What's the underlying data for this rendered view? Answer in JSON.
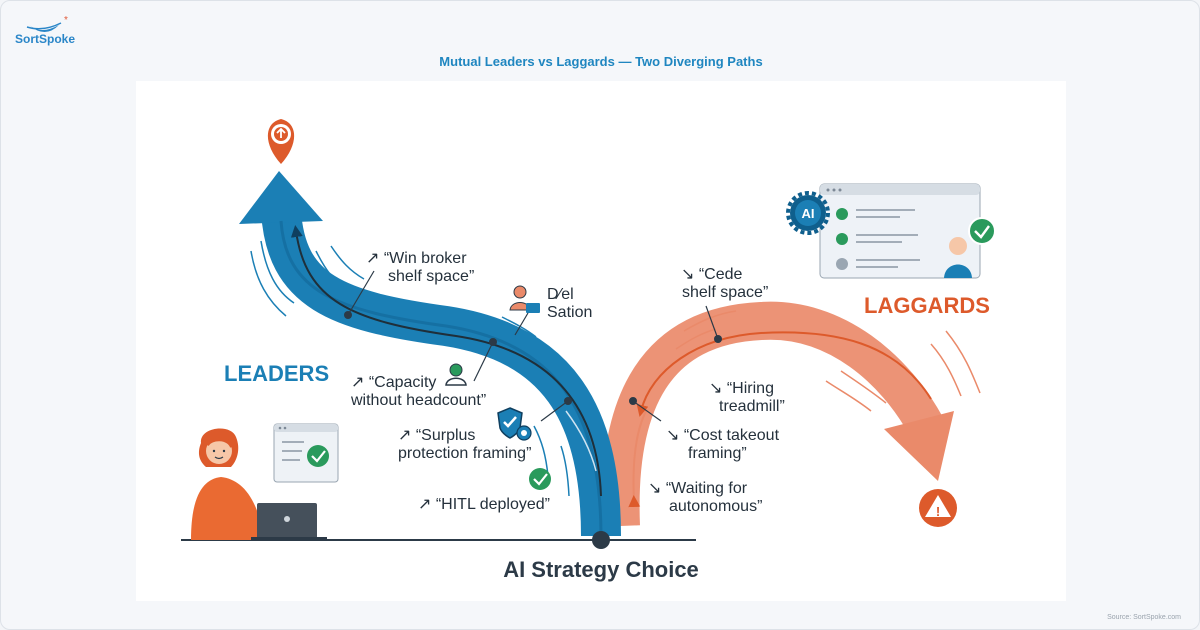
{
  "brand": {
    "name": "SortSpoke"
  },
  "title": "Mutual Leaders vs Laggards — Two Diverging Paths",
  "source": "Source: SortSpoke.com",
  "diagram": {
    "center_label": "AI Strategy Choice",
    "leaders": {
      "label": "LEADERS",
      "items": [
        {
          "line1": "↗ “Win broker",
          "line2": "shelf space”"
        },
        {
          "line1": "D⁄el",
          "line2": "Sation"
        },
        {
          "line1": "↗ “Capacity",
          "line2": "without headcount”"
        },
        {
          "line1": "↗ “Surplus",
          "line2": "protection framing”"
        },
        {
          "line1": "↗ “HITL deployed”",
          "line2": ""
        }
      ]
    },
    "laggards": {
      "label": "LAGGARDS",
      "items": [
        {
          "line1": "↘ “Cede",
          "line2": "shelf space”"
        },
        {
          "line1": "↘ “Hiring",
          "line2": "treadmill”"
        },
        {
          "line1": "↘ “Cost takeout",
          "line2": "framing”"
        },
        {
          "line1": "↘ “Waiting for",
          "line2": "autonomous”"
        }
      ]
    },
    "icons": {
      "ai_badge": "AI",
      "warning": "!"
    },
    "colors": {
      "leaders": "#1b7fb5",
      "leaders_dark": "#0f5f8d",
      "laggards": "#ea8a6a",
      "laggards_dark": "#dd5a2b",
      "accent_green": "#2a9a5c"
    }
  }
}
